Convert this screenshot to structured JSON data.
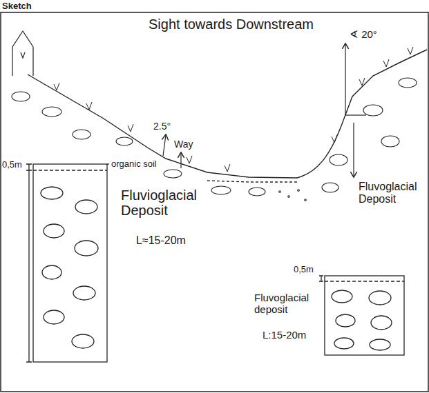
{
  "diagram": {
    "title": "Sketch",
    "labels": [
      "Sight towards Downstream",
      "2.5°",
      "Way",
      "∢ 20°",
      "Fluvoglacial Deposit",
      "0,5m",
      "organic soil",
      "Fluvioglacial Deposit",
      "L≈15-20m",
      "0,5m",
      "Fluvoglacial deposit",
      "L:15-20m"
    ]
  }
}
